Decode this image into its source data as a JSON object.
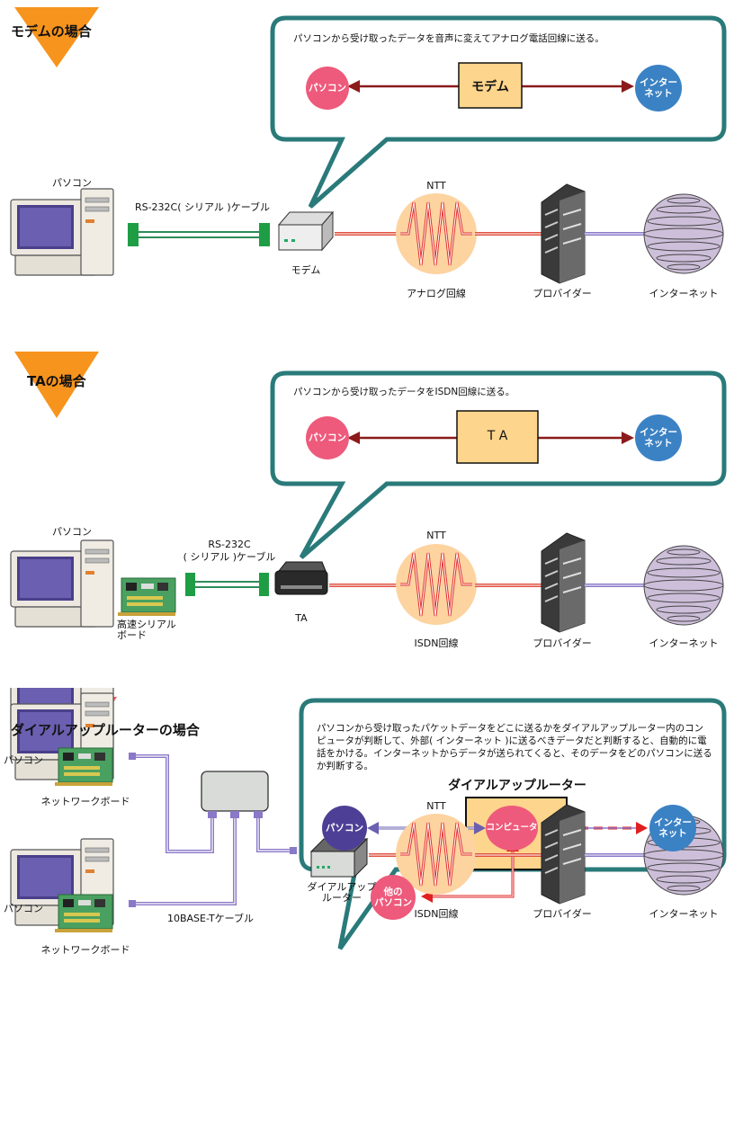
{
  "colors": {
    "triangle": "#f7941d",
    "triangle_red": "#ef5b4e",
    "bubble_fill": "#ffffff",
    "bubble_stroke": "#2a7a7a",
    "box_fill": "#fdd58c",
    "pink": "#ee5a7b",
    "blue": "#3b82c4",
    "purple": "#4e3f96",
    "red_arrow": "#e02020",
    "dark_red": "#8b1a1a",
    "teal_cable": "#2f8a5a",
    "green_connector": "#1f9d45",
    "lan_cable": "#8a78c8",
    "internet": "#b9a9c9"
  },
  "modem_section": {
    "heading": "モデムの場合",
    "description": "パソコンから受け取ったデータを音声に変えてアナログ電話回線に送る。",
    "box_label": "モデム",
    "left_circle": "パソコン",
    "right_circle": "インター\nネット",
    "pc_label": "パソコン",
    "cable_label": "RS-232C( シリアル )ケーブル",
    "device_label": "モデム",
    "ntt_label": "NTT",
    "line_label": "アナログ回線",
    "provider_label": "プロバイダー",
    "internet_label": "インターネット"
  },
  "ta_section": {
    "heading": "TAの場合",
    "description": "パソコンから受け取ったデータをISDN回線に送る。",
    "box_label": "T A",
    "left_circle": "パソコン",
    "right_circle": "インター\nネット",
    "pc_label": "パソコン",
    "card_label": "高速シリアル\nボード",
    "cable_label": "RS-232C\n( シリアル )ケーブル",
    "device_label": "TA",
    "ntt_label": "NTT",
    "line_label": "ISDN回線",
    "provider_label": "プロバイダー",
    "internet_label": "インターネット"
  },
  "router_section": {
    "heading": "ダイアルアップルーターの場合",
    "description": "パソコンから受け取ったパケットデータをどこに送るかをダイアルアップルーター内のコンピュータが判断して、外部( インターネット )に送るべきデータだと判断すると、自動的に電話をかける。インターネットからデータが送られてくると、そのデータをどのパソコンに送るか判断する。",
    "box_title": "ダイアルアップルーター",
    "computer_label": "コンピュータ",
    "left_circle": "パソコン",
    "right_circle": "インター\nネット",
    "other_circle": "他の\nパソコン",
    "pc1_label": "パソコン",
    "card1_label": "ネットワークボード",
    "pc2_label": "パソコン",
    "card2_label": "ネットワークボード",
    "cable_label": "10BASE-Tケーブル",
    "device_label": "ダイアルアップ\nルーター",
    "ntt_label": "NTT",
    "line_label": "ISDN回線",
    "provider_label": "プロバイダー",
    "internet_label": "インターネット"
  }
}
